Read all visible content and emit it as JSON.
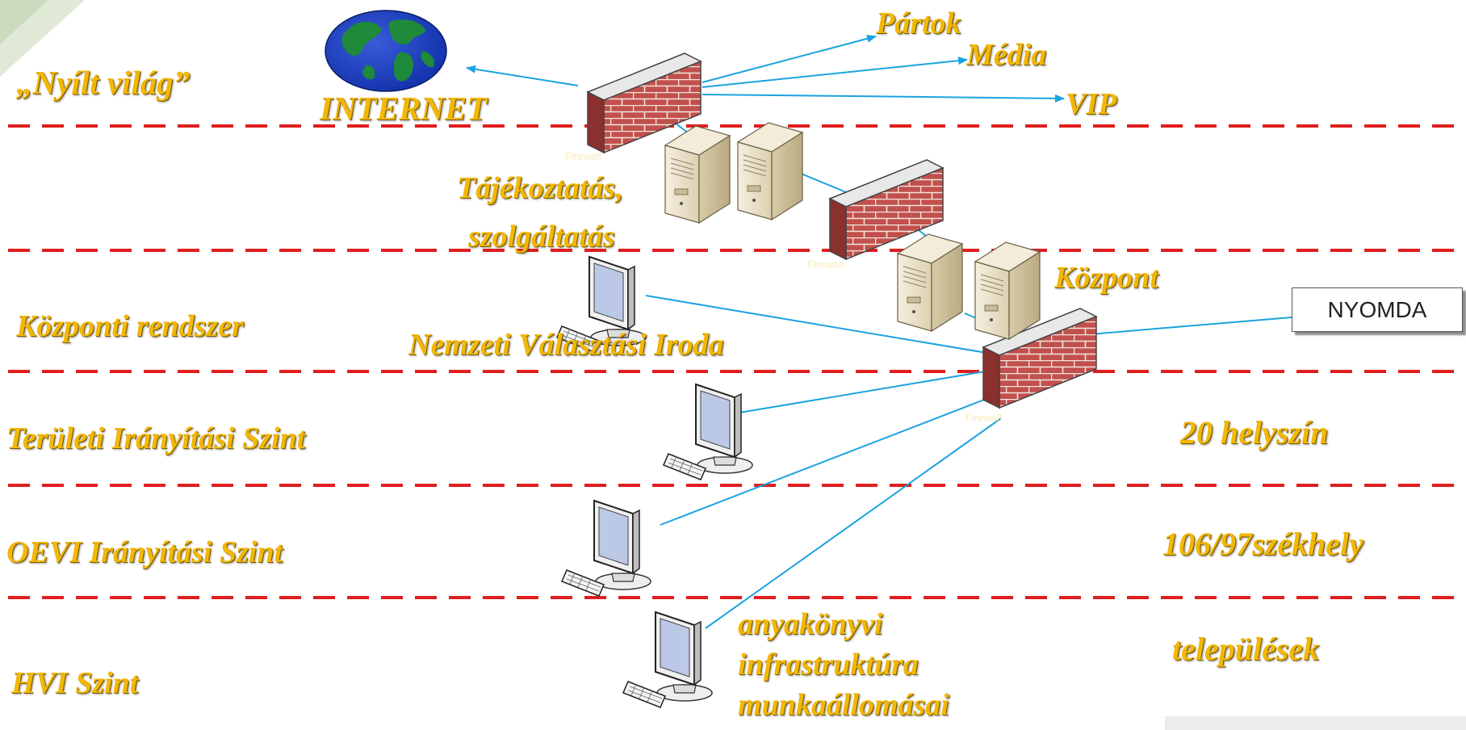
{
  "levels": {
    "open_world": "„Nyílt világ”",
    "central_system": "Központi rendszer",
    "regional": "Területi Irányítási Szint",
    "oevi": "OEVI Irányítási Szint",
    "hvi": "HVI Szint"
  },
  "nodes": {
    "internet": "INTERNET",
    "parties": "Pártok",
    "media": "Média",
    "vip": "VIP",
    "info_line1": "Tájékoztatás,",
    "info_line2": "szolgáltatás",
    "center": "Központ",
    "nvi": "Nemzeti Választási Iroda",
    "print_shop": "NYOMDA",
    "registry_line1": "anyakönyvi",
    "registry_line2": "infrastruktúra",
    "registry_line3": "munkaállomásai"
  },
  "counts": {
    "regional": "20 helyszín",
    "oevi": "106/97székhely",
    "hvi": "települések"
  },
  "firewall_caption": "Firewall",
  "colors": {
    "label": "#f2b707",
    "divider": "#e01e1e",
    "link": "#1aa3e0",
    "brick": "#c0504d"
  },
  "icons": [
    "globe-icon",
    "firewall-icon",
    "server-icon",
    "workstation-icon"
  ]
}
